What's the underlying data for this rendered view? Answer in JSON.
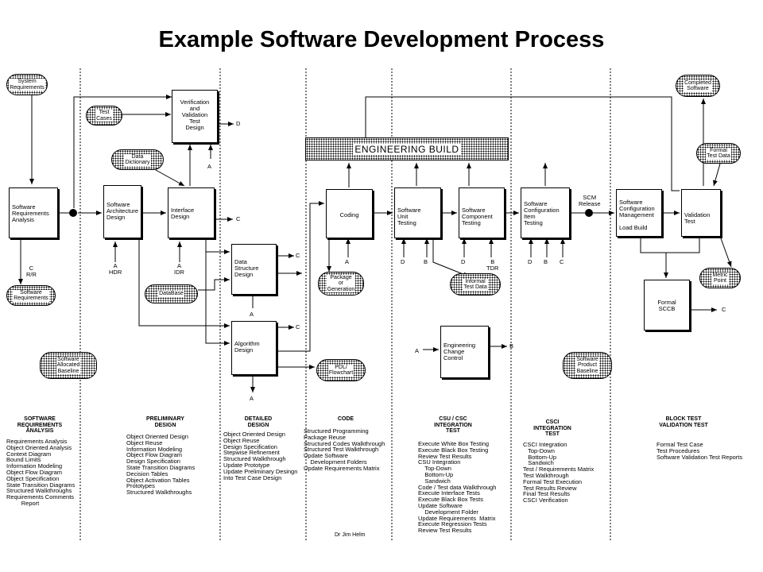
{
  "title": "Example Software Development Process",
  "engineering_build": "ENGINEERING BUILD",
  "boxes": {
    "sw_req_analysis": "Software\nRequirements\nAnalysis",
    "vv_test_design": "Verification\nand\nValidation\nTest\nDesign",
    "sw_arch_design": "Software\nArchitecture\nDesign",
    "interface_design": "Interface\nDesign",
    "data_structure_design": "Data\nStructure\nDesign",
    "algorithm_design": "Algorithm\nDesign",
    "coding": "Coding",
    "sw_unit_testing": "Software\nUnit\nTesting",
    "sw_component_testing": "Software\nComponent\nTesting",
    "sw_ci_testing": "Software\nConfiguration\nItem\nTesting",
    "sw_config_mgmt": "Software\nConfiguration\nManagement\n\nLoad Build",
    "validation_test": "Validation\nTest",
    "formal_sccb": "Formal\nSCCB",
    "ecc": "Engineering\nChange\nControl"
  },
  "pills": {
    "system_requirements": "System\nRequirements",
    "test_cases": "Test\nCases",
    "data_dictionary": "Data\nDictionary",
    "software_requirements": "Software\nRequirements",
    "database": "DataBase",
    "package_generation": "Package\nor\nGeneration",
    "pdl_flowchart": "PDL/\nFlowchart",
    "informal_test_data": "Informal\nTest Data",
    "sw_allocated_baseline": "Software\nAllocated\nBaseline",
    "sw_product_baseline": "Software\nProduct\nBaseline",
    "completed_software": "Completed\nSoftware",
    "formal_test_data": "Formal\nTest Data",
    "metric_point": "Metric\nPoint"
  },
  "labels": {
    "d_vv": "D",
    "a_vv": "A",
    "c_interface": "C",
    "c_rr": "C\nR/R",
    "a_hdr": "A\nHDR",
    "a_idr": "A\nIDR",
    "c_ds1": "C",
    "c_ds2": "C",
    "a_ds": "A",
    "a_alg": "A",
    "a_coding": "A",
    "d_unit": "D",
    "b_unit": "B",
    "d_comp": "D",
    "b_comp": "B\nTDR",
    "d_ci": "D",
    "b_ci": "B",
    "c_ci": "C",
    "scm_release": "SCM\nRelease",
    "a_ecc": "A",
    "b_ecc": "B",
    "c_sccb": "C"
  },
  "columns": [
    {
      "heading": "SOFTWARE\nREQUIREMENTS\nANALYSIS",
      "items": [
        "Requirements Analysis",
        "Object Oriented Analysis",
        "Context Diagram",
        "Bound Limits",
        "Information Modeling",
        "Object Flow Diagram",
        "Object Specification",
        "State Transition Diagrams",
        "Structured Walkthroughs",
        "Requirements Comments",
        "         Report"
      ]
    },
    {
      "heading": "PRELIMINARY\nDESIGN",
      "items": [
        "Object Oriented Design",
        "Object Reuse",
        "Information Modeling",
        "Object Flow Diagram",
        "Design Specification",
        "State Transition Diagrams",
        "Decision Tables",
        "Object Activation Tables",
        "Prototypes",
        "Structured Walkthroughs"
      ]
    },
    {
      "heading": "DETAILED\nDESIGN",
      "items": [
        "Object Oriented Design",
        "Object Reuse",
        "Design Specification",
        "Stepwise Refinement",
        "Structured Walkthrough",
        "Update Prototype",
        "Update Preliminary Desingn",
        "Into Test Case Design"
      ]
    },
    {
      "heading": "CODE",
      "items": [
        "Structured Programming",
        "Package Reuse",
        "Structured Codes Walkthrough",
        "Structured Test Walkthrough",
        "Update Software",
        "    Development Folders",
        "Update Requirements Matrix"
      ]
    },
    {
      "heading": "CSU / CSC\nINTEGRATION\nTEST",
      "items": [
        "Execute White Box Testing",
        "Execute Black Box Testing",
        "Review Test Results",
        "CSU Integration",
        "    Top-Down",
        "    Bottom-Up",
        "    Sandwich",
        "Code / Test data Walkthrough",
        "Execute Interface Tests",
        "Execute Black Box Tests",
        "Update Software",
        "    Development Folder",
        "Update Requirements  Matrix",
        "Execute Regression Tests",
        "Review Test Results"
      ]
    },
    {
      "heading": "CSCI\nINTEGRATION\nTEST",
      "items": [
        "CSCI Integration",
        "   Top-Down",
        "   Bottom-Up",
        "   Sandwich",
        "Test / Requirements Matrix",
        "Test Walkthrough",
        "Formal Test Execution",
        "Test Results Review",
        "Final Test Results",
        "CSCI Verification"
      ]
    },
    {
      "heading": "BLOCK TEST\nVALIDATION TEST",
      "items": [
        "Formal Test Case",
        "Test Procedures",
        "Software Validation Test Reports"
      ]
    }
  ],
  "footer": "Dr Jim Helm"
}
